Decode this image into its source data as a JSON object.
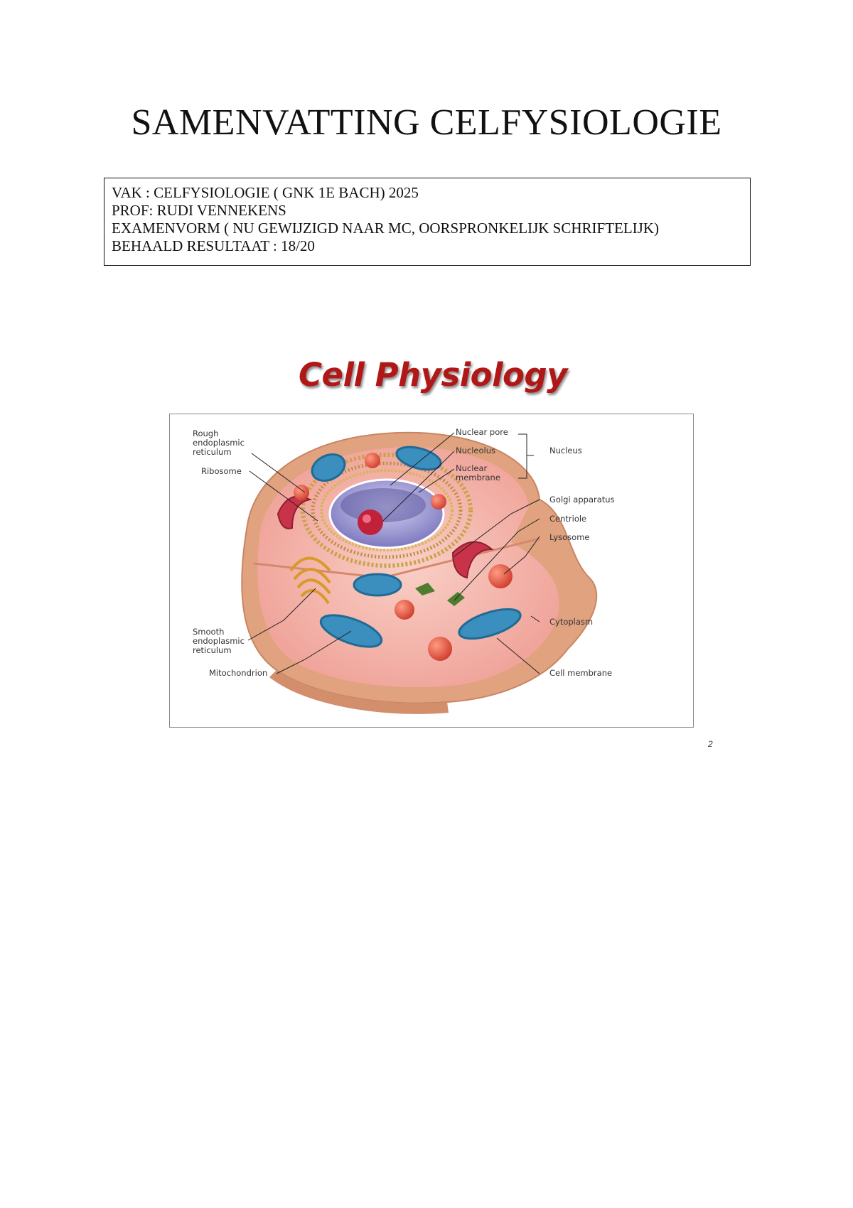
{
  "document": {
    "title": "SAMENVATTING CELFYSIOLOGIE",
    "info": {
      "line1": "VAK : CELFYSIOLOGIE ( GNK 1E BACH) 2025",
      "line2": "PROF: RUDI VENNEKENS",
      "line3": "EXAMENVORM ( NU GEWIJZIGD NAAR MC, OORSPRONKELIJK SCHRIFTELIJK)",
      "line4": "BEHAALD RESULTAAT : 18/20"
    }
  },
  "figure": {
    "title": "Cell Physiology",
    "labels": {
      "rough_er_1": "Rough",
      "rough_er_2": "endoplasmic",
      "rough_er_3": "reticulum",
      "ribosome": "Ribosome",
      "nuclear_pore": "Nuclear pore",
      "nucleolus": "Nucleolus",
      "nuclear_membrane_1": "Nuclear",
      "nuclear_membrane_2": "membrane",
      "nucleus": "Nucleus",
      "golgi": "Golgi apparatus",
      "centriole": "Centriole",
      "lysosome": "Lysosome",
      "smooth_er_1": "Smooth",
      "smooth_er_2": "endoplasmic",
      "smooth_er_3": "reticulum",
      "cytoplasm": "Cytoplasm",
      "mitochondrion": "Mitochondrion",
      "cell_membrane": "Cell membrane"
    }
  },
  "page_number": "2",
  "colors": {
    "figure_title": "#b01818",
    "membrane": "#e0a27f",
    "cytoplasm": "#f4b3aa",
    "mitochondria": "#3a8fbf",
    "nucleus": "#a9a6d6",
    "lysosome": "#e05a48"
  }
}
